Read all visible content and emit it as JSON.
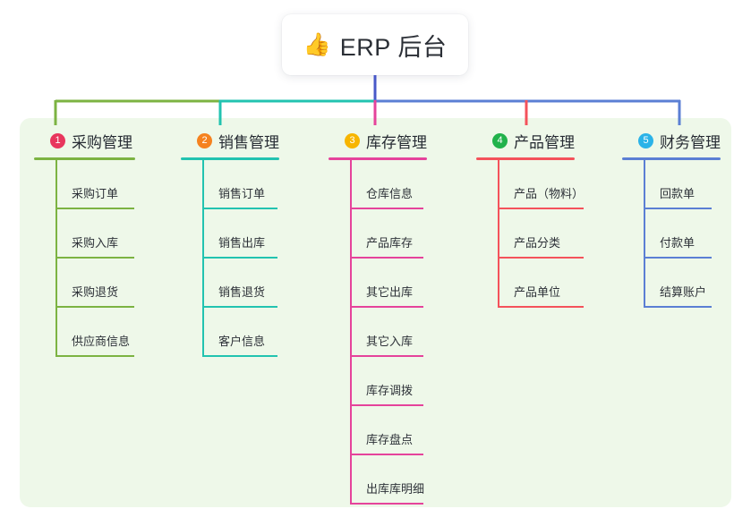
{
  "root": {
    "icon": "thumbs-up-icon",
    "emoji": "👍",
    "title": "ERP 后台"
  },
  "panel": {
    "background_color": "#eef8e9"
  },
  "columns": [
    {
      "number": "1",
      "title": "采购管理",
      "badge_color": "#e8365d",
      "line_color": "#7cb342",
      "connector_color": "#7cb342",
      "items": [
        {
          "label": "采购订单"
        },
        {
          "label": "采购入库"
        },
        {
          "label": "采购退货"
        },
        {
          "label": "供应商信息"
        }
      ]
    },
    {
      "number": "2",
      "title": "销售管理",
      "badge_color": "#f5821f",
      "line_color": "#22c3b0",
      "connector_color": "#22c3b0",
      "items": [
        {
          "label": "销售订单"
        },
        {
          "label": "销售出库"
        },
        {
          "label": "销售退货"
        },
        {
          "label": "客户信息"
        }
      ]
    },
    {
      "number": "3",
      "title": "库存管理",
      "badge_color": "#f7b500",
      "line_color": "#e5439b",
      "connector_color": "#e5439b",
      "items": [
        {
          "label": "仓库信息"
        },
        {
          "label": "产品库存"
        },
        {
          "label": "其它出库"
        },
        {
          "label": "其它入库"
        },
        {
          "label": "库存调拨"
        },
        {
          "label": "库存盘点"
        },
        {
          "label": "出库库明细"
        }
      ]
    },
    {
      "number": "4",
      "title": "产品管理",
      "badge_color": "#21b24b",
      "line_color": "#f4525b",
      "connector_color": "#f4525b",
      "items": [
        {
          "label": "产品（物料）"
        },
        {
          "label": "产品分类"
        },
        {
          "label": "产品单位"
        }
      ]
    },
    {
      "number": "5",
      "title": "财务管理",
      "badge_color": "#2bb3e8",
      "line_color": "#5b7fd4",
      "connector_color": "#5b7fd4",
      "items": [
        {
          "label": "回款单"
        },
        {
          "label": "付款单"
        },
        {
          "label": "结算账户"
        }
      ]
    }
  ],
  "trunk": {
    "color": "#4858c8",
    "bus_left_color": "#7cb342",
    "bus_mid_color": "#22c3b0",
    "bus_right_color": "#5b7fd4"
  }
}
